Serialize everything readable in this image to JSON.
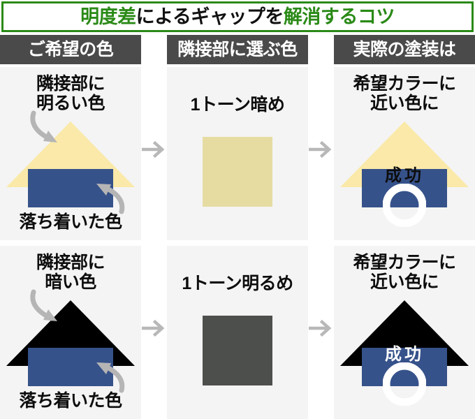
{
  "title": {
    "prefix_highlight": "明度差",
    "middle": "によるギャップを",
    "suffix_highlight": "解消するコツ",
    "highlight_color": "#2a8a17",
    "full": "明度差によるギャップを解消するコツ"
  },
  "columns": [
    {
      "id": "desired-color",
      "header": "ご希望の色"
    },
    {
      "id": "adjacent-color",
      "header": "隣接部に選ぶ色"
    },
    {
      "id": "actual-painting",
      "header": "実際の塗装は"
    }
  ],
  "arrow": {
    "glyph": "→",
    "color": "#b8b8b8"
  },
  "rows": [
    {
      "id": "row-bright",
      "left": {
        "caption_line1": "隣接部に",
        "caption_line2": "明るい色",
        "bottom_caption": "落ち着いた色",
        "roof_color": "#fae9a8",
        "body_color": "#36528a"
      },
      "middle": {
        "caption": "1トーン暗め",
        "swatch_color": "#e6dca2"
      },
      "right": {
        "caption_line1": "希望カラーに",
        "caption_line2": "近い色に",
        "success_label": "成功",
        "success_color": "#0d0d0d",
        "roof_color": "#fae9a8",
        "body_color": "#36528a",
        "mark_color": "#ffffff"
      }
    },
    {
      "id": "row-dark",
      "left": {
        "caption_line1": "隣接部に",
        "caption_line2": "暗い色",
        "bottom_caption": "落ち着いた色",
        "roof_color": "#000000",
        "body_color": "#36528a"
      },
      "middle": {
        "caption": "1トーン明るめ",
        "swatch_color": "#4d4f4c"
      },
      "right": {
        "caption_line1": "希望カラーに",
        "caption_line2": "近い色に",
        "success_label": "成功",
        "success_color": "#ffffff",
        "roof_color": "#000000",
        "body_color": "#36528a",
        "mark_color": "#ffffff"
      }
    }
  ],
  "icons": {
    "curved_arrow_down": "curved-arrow-down-icon",
    "curved_arrow_up": "curved-arrow-up-icon",
    "right_arrow": "right-arrow-icon",
    "house": "house-icon",
    "circle_mark": "circle-mark-icon",
    "color_swatch": "color-swatch-icon"
  }
}
